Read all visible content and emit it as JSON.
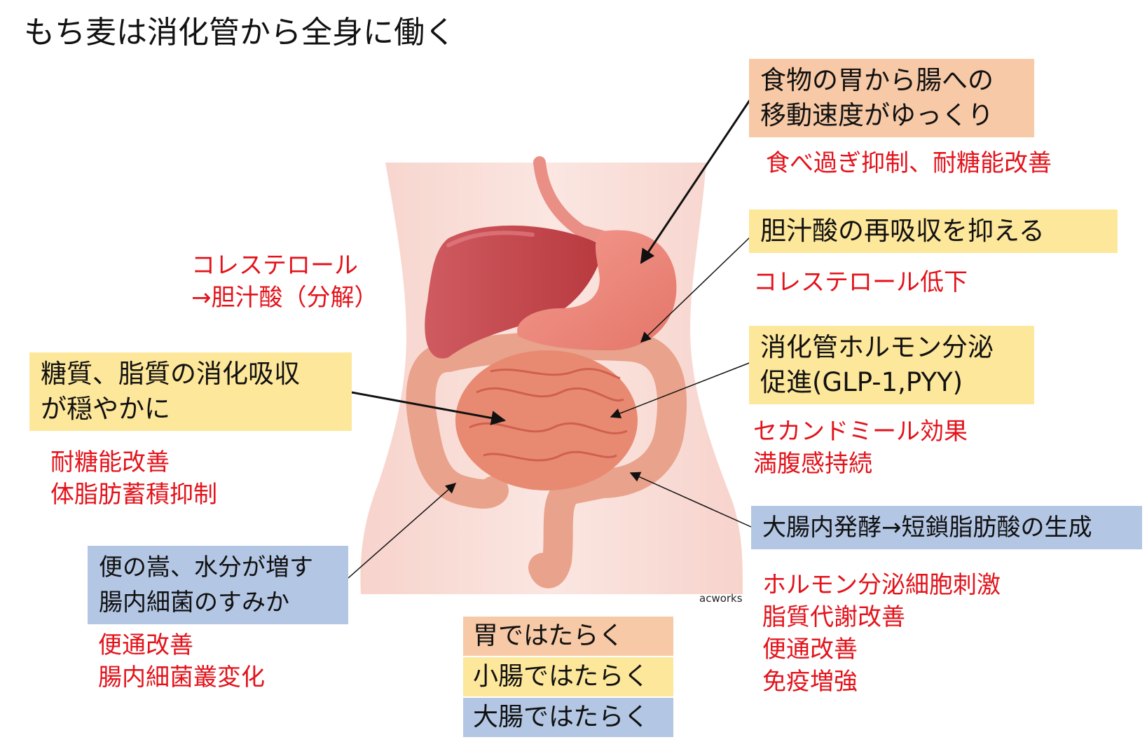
{
  "title": "もち麦は消化管から全身に働く",
  "credit": "acworks",
  "boxes": {
    "stomach": [
      "食物の胃から腸への",
      "移動速度がゆっくり"
    ],
    "bile": [
      "胆汁酸の再吸収を抑える"
    ],
    "hormone": [
      "消化管ホルモン分泌",
      "促進(GLP-1,PYY)"
    ],
    "digest": [
      "糖質、脂質の消化吸収",
      "が穏やかに"
    ],
    "ferment": [
      "大腸内発酵→短鎖脂肪酸の生成"
    ],
    "stool": [
      "便の嵩、水分が増す",
      "腸内細菌のすみか"
    ]
  },
  "effects": {
    "stomach": [
      "食べ過ぎ抑制、耐糖能改善"
    ],
    "bile": [
      "コレステロール低下"
    ],
    "liver": [
      "コレステロール",
      "→胆汁酸（分解）"
    ],
    "hormone": [
      "セカンドミール効果",
      "満腹感持続"
    ],
    "digest": [
      "耐糖能改善",
      "体脂肪蓄積抑制"
    ],
    "ferment": [
      "ホルモン分泌細胞刺激",
      "脂質代謝改善",
      "便通改善",
      "免疫増強"
    ],
    "stool": [
      "便通改善",
      "腸内細菌叢変化"
    ]
  },
  "legend": [
    "胃ではたらく",
    "小腸ではたらく",
    "大腸ではたらく"
  ],
  "colors": {
    "stomach_box": "#f7c9a6",
    "small_intestine_box": "#fde79a",
    "large_intestine_box": "#b3c6e4",
    "effect_text": "#e3131b"
  }
}
